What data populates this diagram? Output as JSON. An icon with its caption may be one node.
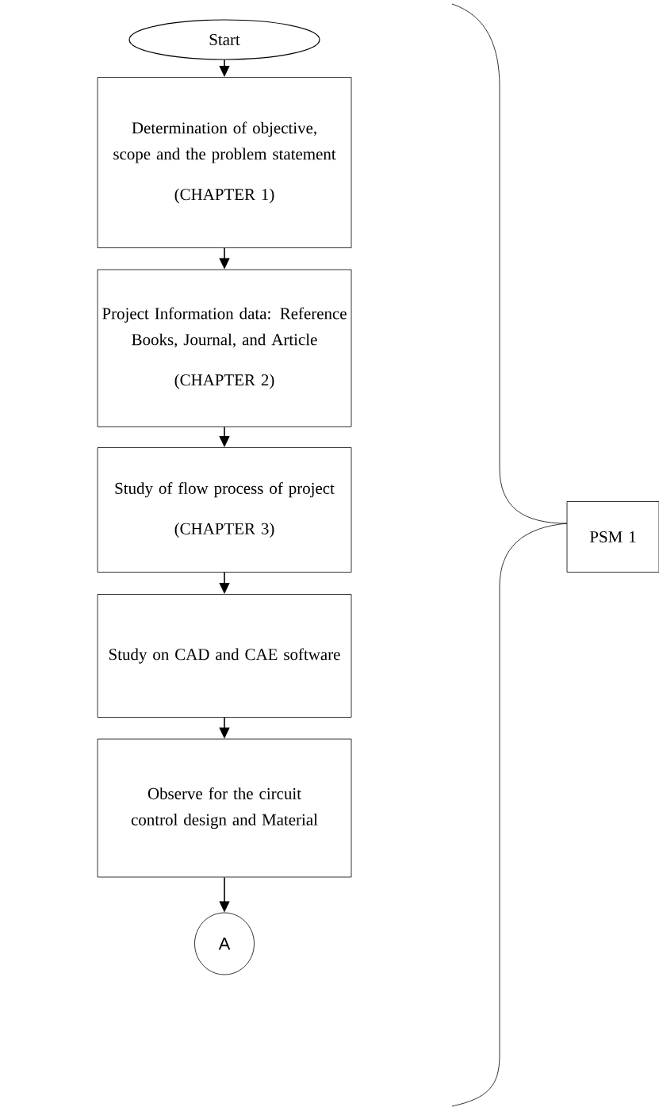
{
  "diagram": {
    "nodes": [
      {
        "text": [
          "Start"
        ]
      },
      {
        "text": [
          "Determination of objective, scope and the problem statement",
          "(CHAPTER 1)"
        ]
      },
      {
        "text": [
          "Project Information data: Reference Books, Journal, and Article",
          "(CHAPTER 2)"
        ]
      },
      {
        "text": [
          "Study of flow process of project",
          "(CHAPTER 3)"
        ]
      },
      {
        "text": [
          "Study on CAD and CAE software"
        ]
      },
      {
        "text": [
          "Observe for the circuit control design and Material"
        ]
      },
      {
        "text": [
          "A"
        ]
      },
      {
        "text": [
          "PSM 1"
        ]
      }
    ],
    "edges": [
      {
        "from": 0,
        "to": 1,
        "arrow": "to"
      },
      {
        "from": 1,
        "to": 2,
        "arrow": "to"
      },
      {
        "from": 2,
        "to": 3,
        "arrow": "to"
      },
      {
        "from": 3,
        "to": 4,
        "arrow": "to"
      },
      {
        "from": 4,
        "to": 5,
        "arrow": "to"
      },
      {
        "from": 5,
        "to": 6,
        "arrow": "to"
      }
    ]
  }
}
